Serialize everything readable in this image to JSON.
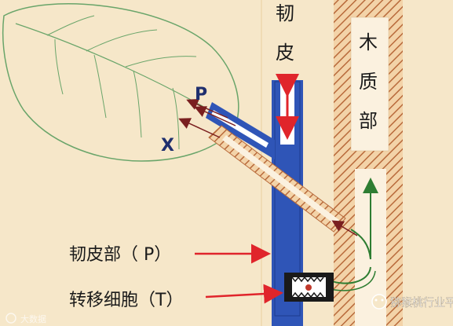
{
  "labels": {
    "phloem_vertical": [
      "韧",
      "皮"
    ],
    "xylem_vertical": [
      "木",
      "质",
      "部"
    ],
    "p_letter": "P",
    "x_letter": "X",
    "phloem_callout": "韧皮部（ P）",
    "companion_callout": "转移细胞（T）"
  },
  "watermarks": {
    "left": "大数据",
    "right": "猕猴桃行业平台"
  },
  "colors": {
    "background": "#f6e7c9",
    "phloem": "#2f55b7",
    "xylem_fill": "#f3d3a8",
    "xylem_hatch": "#b86a3b",
    "arrow_red": "#e0252b",
    "arrow_green": "#2e7d32",
    "leaf_outline": "#6aa56a"
  }
}
